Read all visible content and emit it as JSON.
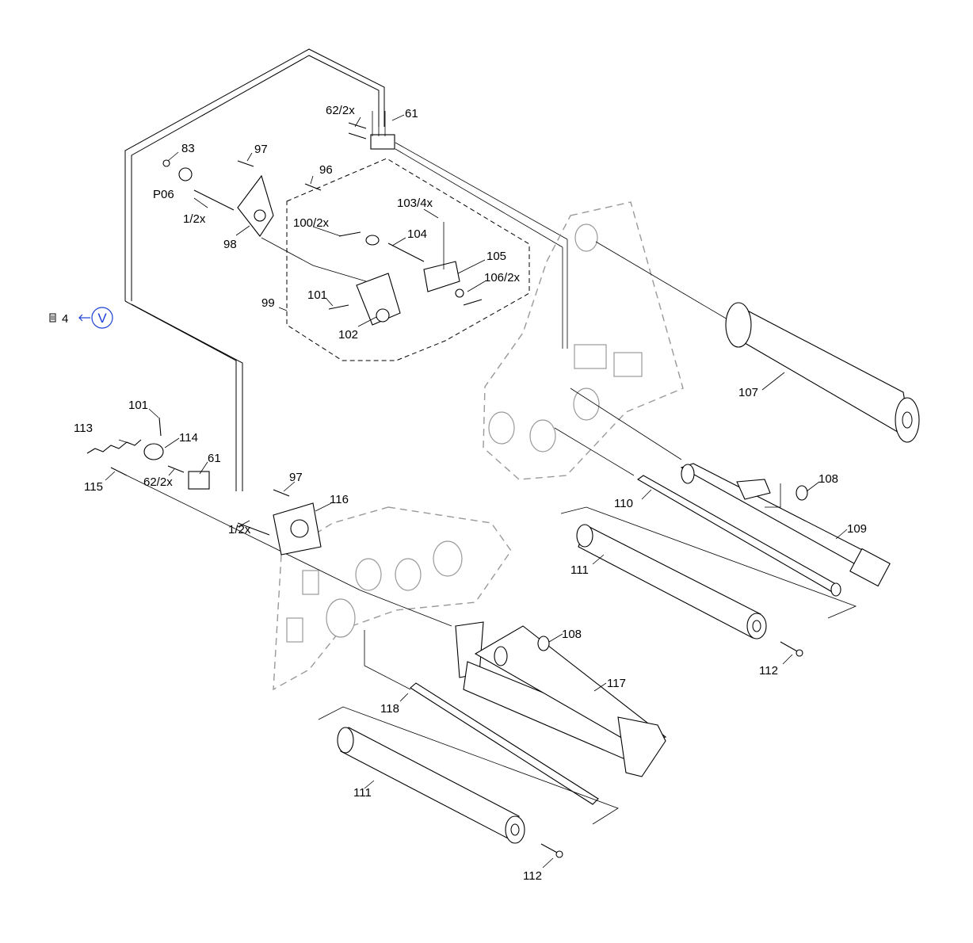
{
  "nav": {
    "doc_icon": "document-icon",
    "page_ref": "4",
    "arrow_icon": "left-arrow-icon",
    "view_ref": "V"
  },
  "callouts": {
    "c62_2x_top": "62/2x",
    "c61_top": "61",
    "c83": "83",
    "c97_top": "97",
    "c96": "96",
    "cP06": "P06",
    "c1_2x_top": "1/2x",
    "c98": "98",
    "c103_4x": "103/4x",
    "c100_2x": "100/2x",
    "c104": "104",
    "c105": "105",
    "c106_2x": "106/2x",
    "c99": "99",
    "c101_top": "101",
    "c102": "102",
    "c107": "107",
    "c101_low": "101",
    "c113": "113",
    "c114": "114",
    "c61_low": "61",
    "c115": "115",
    "c62_2x_low": "62/2x",
    "c97_low": "97",
    "c116": "116",
    "c1_2x_low": "1/2x",
    "c108_top": "108",
    "c110": "110",
    "c109": "109",
    "c111_top": "111",
    "c112_top": "112",
    "c108_low": "108",
    "c117": "117",
    "c118": "118",
    "c111_low": "111",
    "c112_low": "112"
  }
}
